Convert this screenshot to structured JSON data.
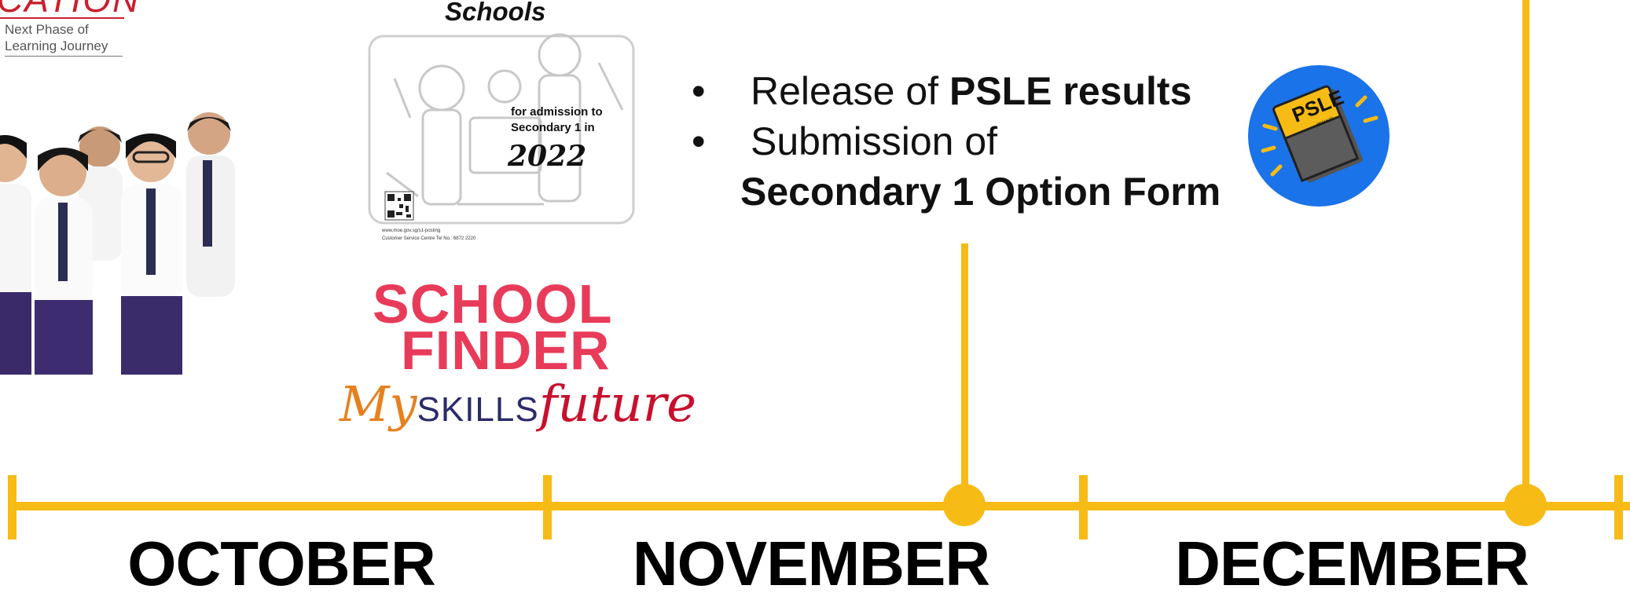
{
  "logo_education": {
    "word": "CATION",
    "line1": "Next Phase of",
    "line2": "Learning Journey"
  },
  "booklet": {
    "title": "Schools",
    "admission_text": "for admission to Secondary 1 in",
    "year": "2022",
    "url_text": "www.moe.gov.sg/s1-posting",
    "contact_text": "Customer Service Centre Tel No.: 6872 2220"
  },
  "school_finder": {
    "line1": "SCHOOL",
    "line2": "FINDER"
  },
  "myskillsfuture": {
    "my": "My",
    "skills": "SKILLS",
    "future": "future"
  },
  "bullets": {
    "item1_prefix": "Release of ",
    "item1_bold": "PSLE results",
    "item2_prefix": "Submission of",
    "item2_bold": "Secondary 1 Option Form",
    "bullet_symbol": "•"
  },
  "psle_badge": {
    "label": "PSLE",
    "sub": "RESULTS",
    "circle_color": "#1a73e8",
    "book_color": "#f7bb16"
  },
  "timeline": {
    "accent_color": "#f7bb16",
    "months": [
      "OCTOBER",
      "NOVEMBER",
      "DECEMBER"
    ]
  }
}
